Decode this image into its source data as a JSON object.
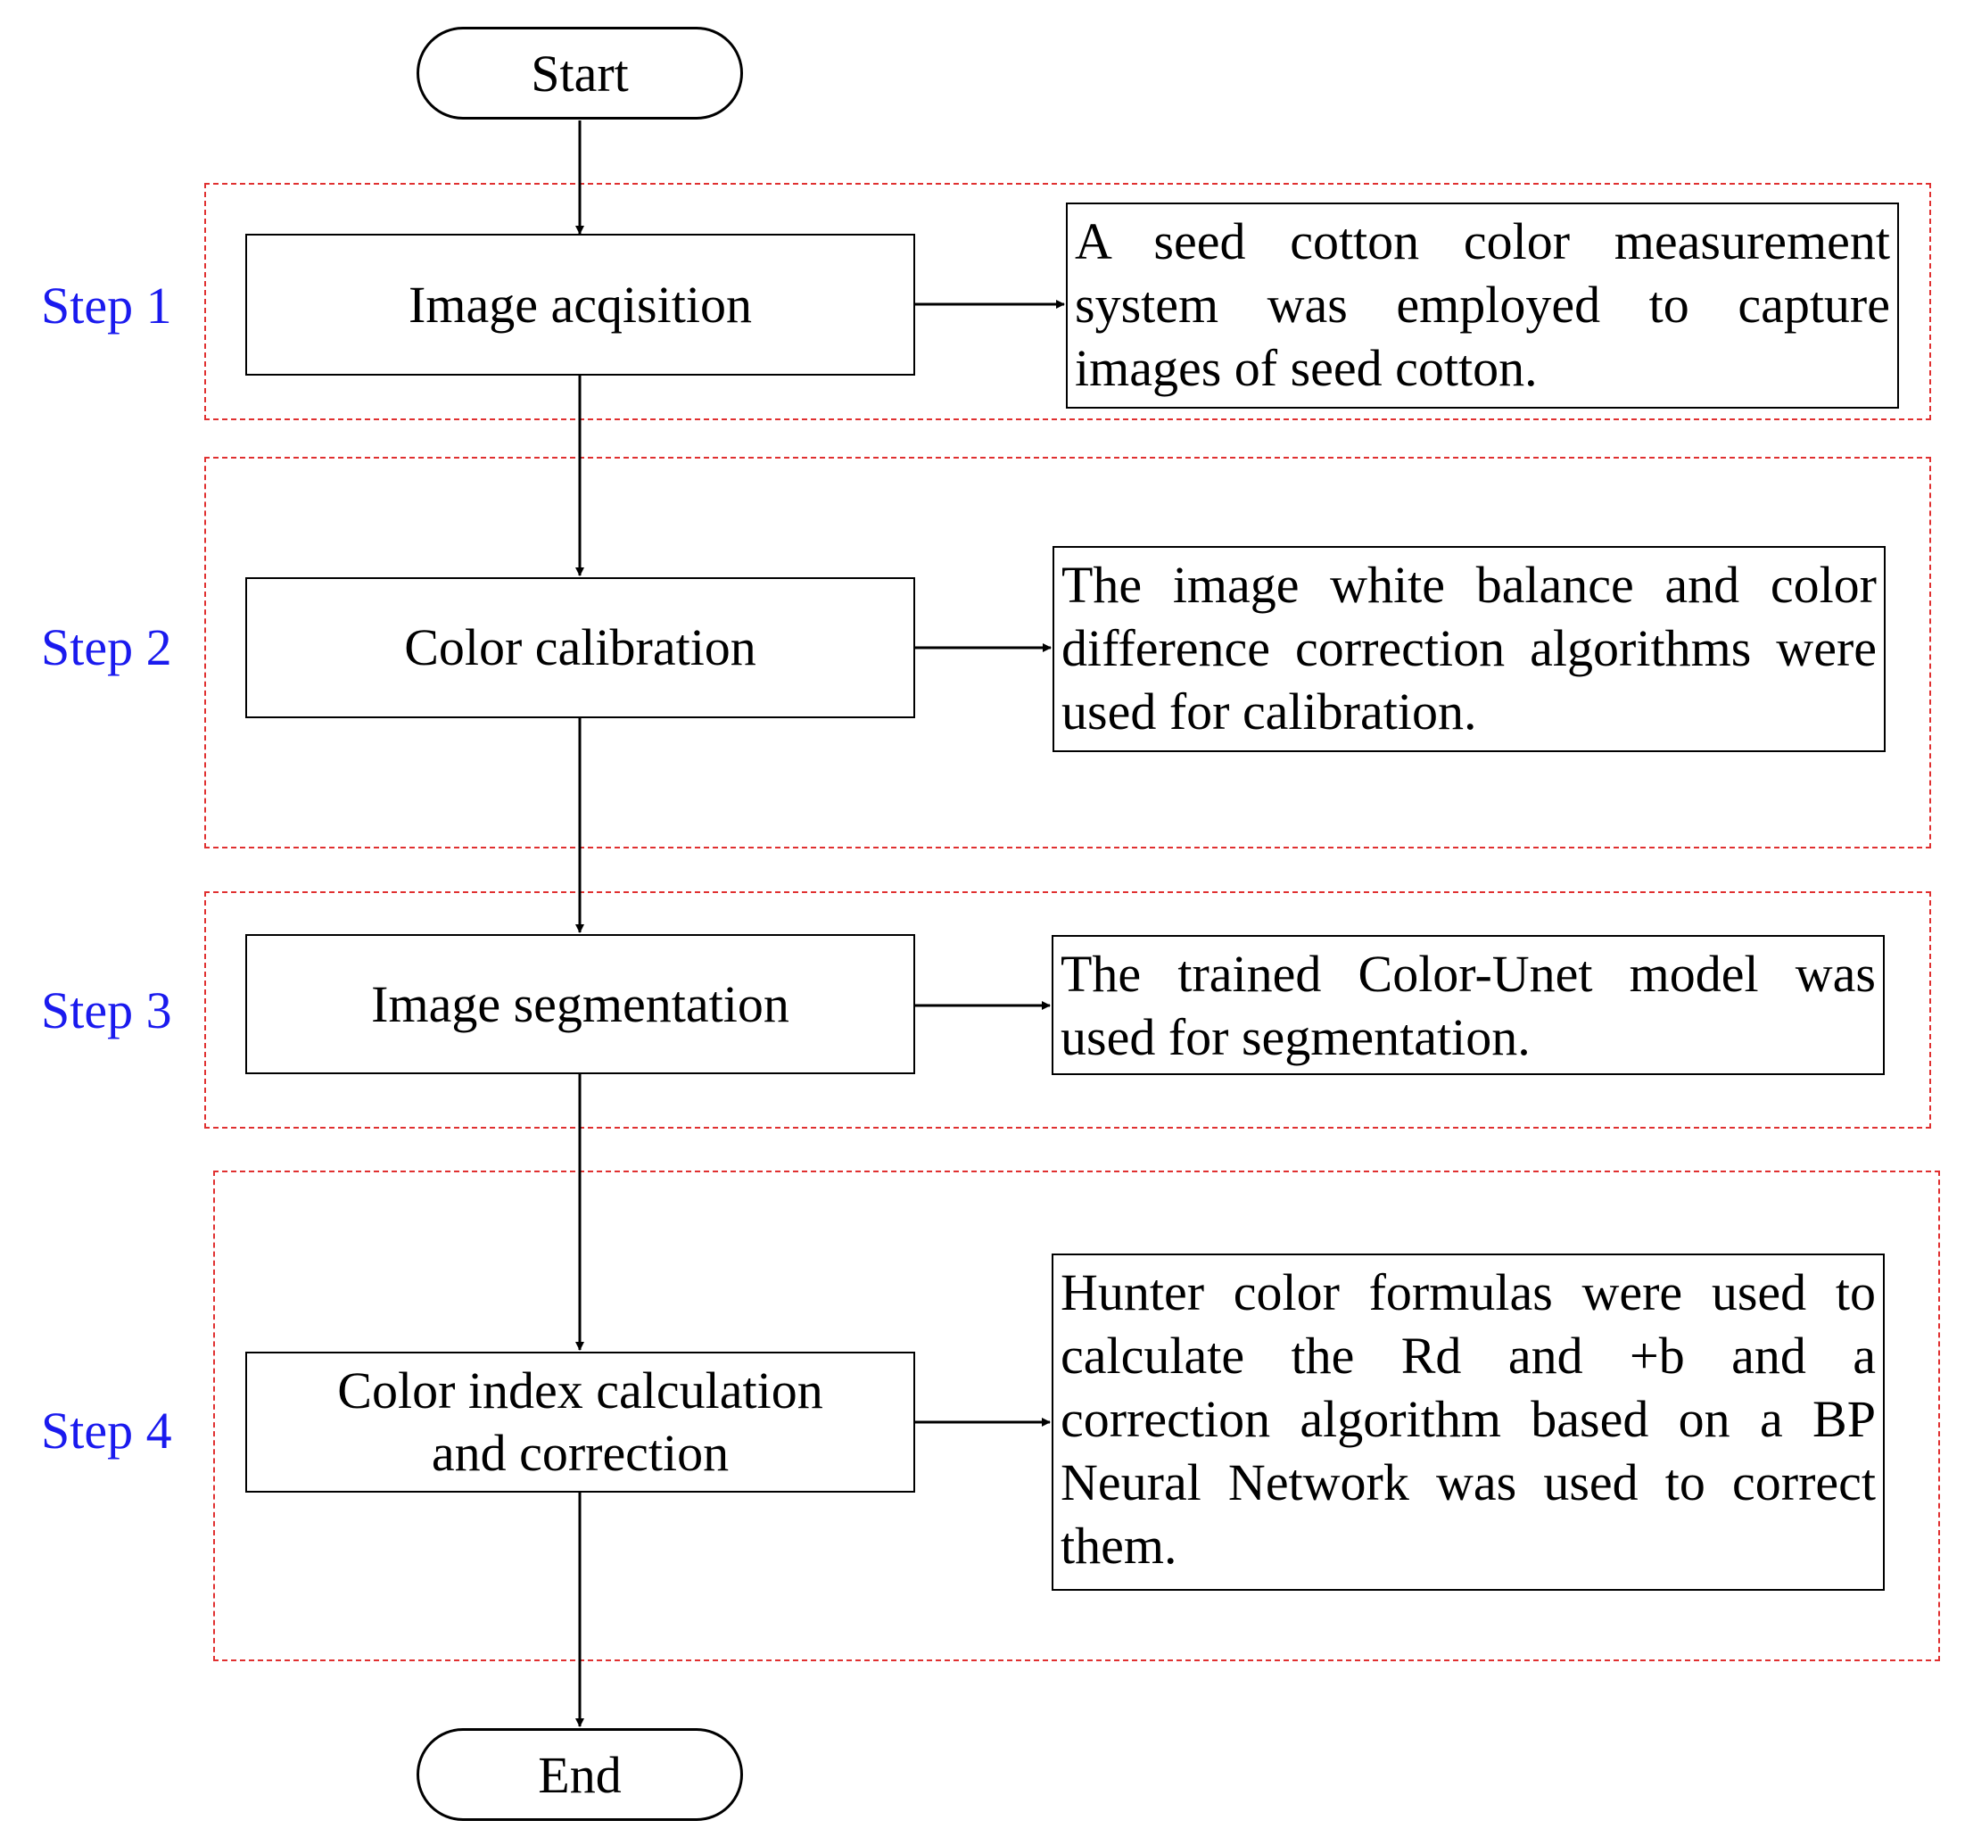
{
  "terminals": {
    "start": "Start",
    "end": "End"
  },
  "steps": [
    {
      "label": "Step 1",
      "process": "Image acqisition",
      "description": "A seed cotton color measurement system was employed to capture images of seed cotton."
    },
    {
      "label": "Step 2",
      "process": "Color calibration",
      "description": "The image white balance and color difference correction algorithms were used for calibration."
    },
    {
      "label": "Step 3",
      "process": "Image segmentation",
      "description": "The trained Color-Unet model was used for segmentation."
    },
    {
      "label": "Step 4",
      "process": "Color index calculation and correction",
      "description": "Hunter color formulas were used to calculate the Rd and +b and a correction algorithm based on a BP Neural Network was used to correct them."
    }
  ],
  "colors": {
    "step_label": "#1a1aee",
    "group_border": "#e03030",
    "line": "#000000"
  }
}
